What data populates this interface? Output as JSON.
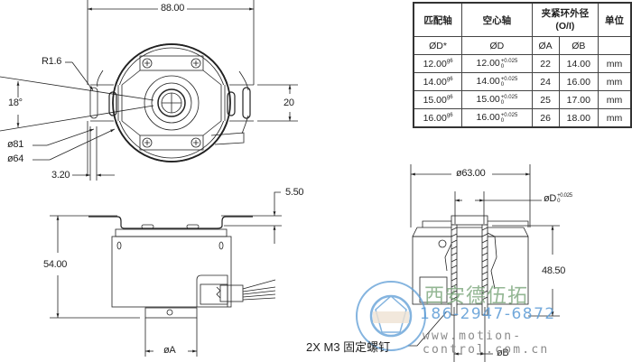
{
  "top_view": {
    "width_label": "88.00",
    "radius_label": "R1.6",
    "angle_label": "18°",
    "height_label": "20",
    "dia81_label": "ø81",
    "dia64_label": "ø64",
    "offset_label": "3.20"
  },
  "side_view": {
    "height_label": "54.00",
    "flange_label": "5.50",
    "bore_label": "øA"
  },
  "section_view": {
    "outer_dia_label": "ø63.00",
    "bore_label": "øD",
    "bore_tol_upper": "+0.025",
    "bore_tol_lower": "0",
    "height_label": "48.50",
    "clamp_label": "øB",
    "screw_note": "2X M3 固定螺钉"
  },
  "spec_table": {
    "headers": [
      "匹配轴",
      "空心轴",
      "夹紧环外径\n(O/I)",
      "单位"
    ],
    "subheaders": [
      "ØD*",
      "ØD",
      "ØA",
      "ØB",
      ""
    ],
    "rows": [
      {
        "mating": "12.00",
        "mating_tol": "g6",
        "hollow": "12.00",
        "hollow_tol_upper": "+0.025",
        "hollow_tol_lower": "0",
        "a": "22",
        "b": "14.00",
        "unit": "mm"
      },
      {
        "mating": "14.00",
        "mating_tol": "g6",
        "hollow": "14.00",
        "hollow_tol_upper": "+0.025",
        "hollow_tol_lower": "0",
        "a": "24",
        "b": "16.00",
        "unit": "mm"
      },
      {
        "mating": "15.00",
        "mating_tol": "g6",
        "hollow": "15.00",
        "hollow_tol_upper": "+0.025",
        "hollow_tol_lower": "0",
        "a": "25",
        "b": "17.00",
        "unit": "mm"
      },
      {
        "mating": "16.00",
        "mating_tol": "g6",
        "hollow": "16.00",
        "hollow_tol_upper": "+0.025",
        "hollow_tol_lower": "0",
        "a": "26",
        "b": "18.00",
        "unit": "mm"
      }
    ]
  },
  "watermark": {
    "company": "西安德伍拓",
    "phone": "186-2947-6872",
    "url": "www.motion-control.com.cn",
    "logo_chars": [
      "德",
      "伍",
      "拓"
    ],
    "colors": {
      "green": "#7aa67a",
      "blue": "#5b9bd5",
      "gray": "#8a8a8a"
    }
  }
}
